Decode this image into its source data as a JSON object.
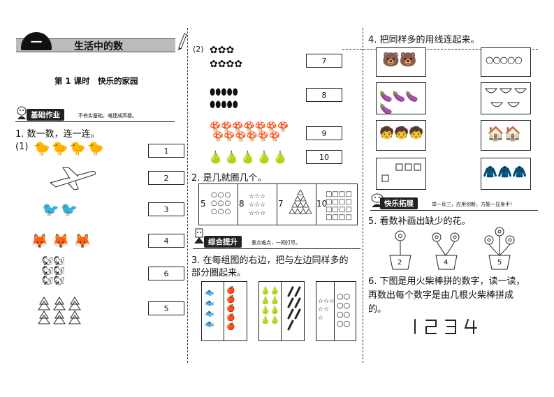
{
  "unit": {
    "badge": "一",
    "title": "生活中的数"
  },
  "lesson_title": "第 1 课时　快乐的家园",
  "sections": {
    "basic": {
      "label": "基础作业",
      "note": "不夯实基础，难建成高楼。"
    },
    "extend": {
      "label": "综合提升",
      "note": "重点难点，一网打尽。"
    },
    "fun": {
      "label": "快乐拓展",
      "note": "举一反三，应用创新，方能一显身手！"
    }
  },
  "q1": {
    "stem": "1. 数一数，连一连。",
    "part1_label": "(1)",
    "part1_numbers": [
      "1",
      "2",
      "3",
      "4",
      "6",
      "5"
    ],
    "part2_label": "(2)",
    "part2_numbers": [
      "7",
      "8",
      "9",
      "10"
    ]
  },
  "q2": {
    "stem": "2. 是几就圈几个。",
    "numbers": [
      "5",
      "8",
      "7",
      "10"
    ]
  },
  "q3": {
    "stem_line1": "3. 在每组图的右边，把与左边同样多的",
    "stem_line2": "部分圈起来。"
  },
  "q4": {
    "stem": "4. 把同样多的用线连起来。"
  },
  "q5": {
    "stem": "5. 看数补画出缺少的花。",
    "pot_numbers": [
      "2",
      "4",
      "5"
    ]
  },
  "q6": {
    "stem_line1": "6. 下图是用火柴棒拼的数字，读一读，",
    "stem_line2": "再数出每个数字是由几根火柴棒拼成",
    "stem_line3": "的。",
    "digits": [
      "1",
      "2",
      "3",
      "4"
    ]
  },
  "icons": {
    "q1_rows": [
      "duck-icon",
      "airplane-icon",
      "bird-icon",
      "fox-icon",
      "squirrel-icon",
      "tree-icon"
    ]
  }
}
